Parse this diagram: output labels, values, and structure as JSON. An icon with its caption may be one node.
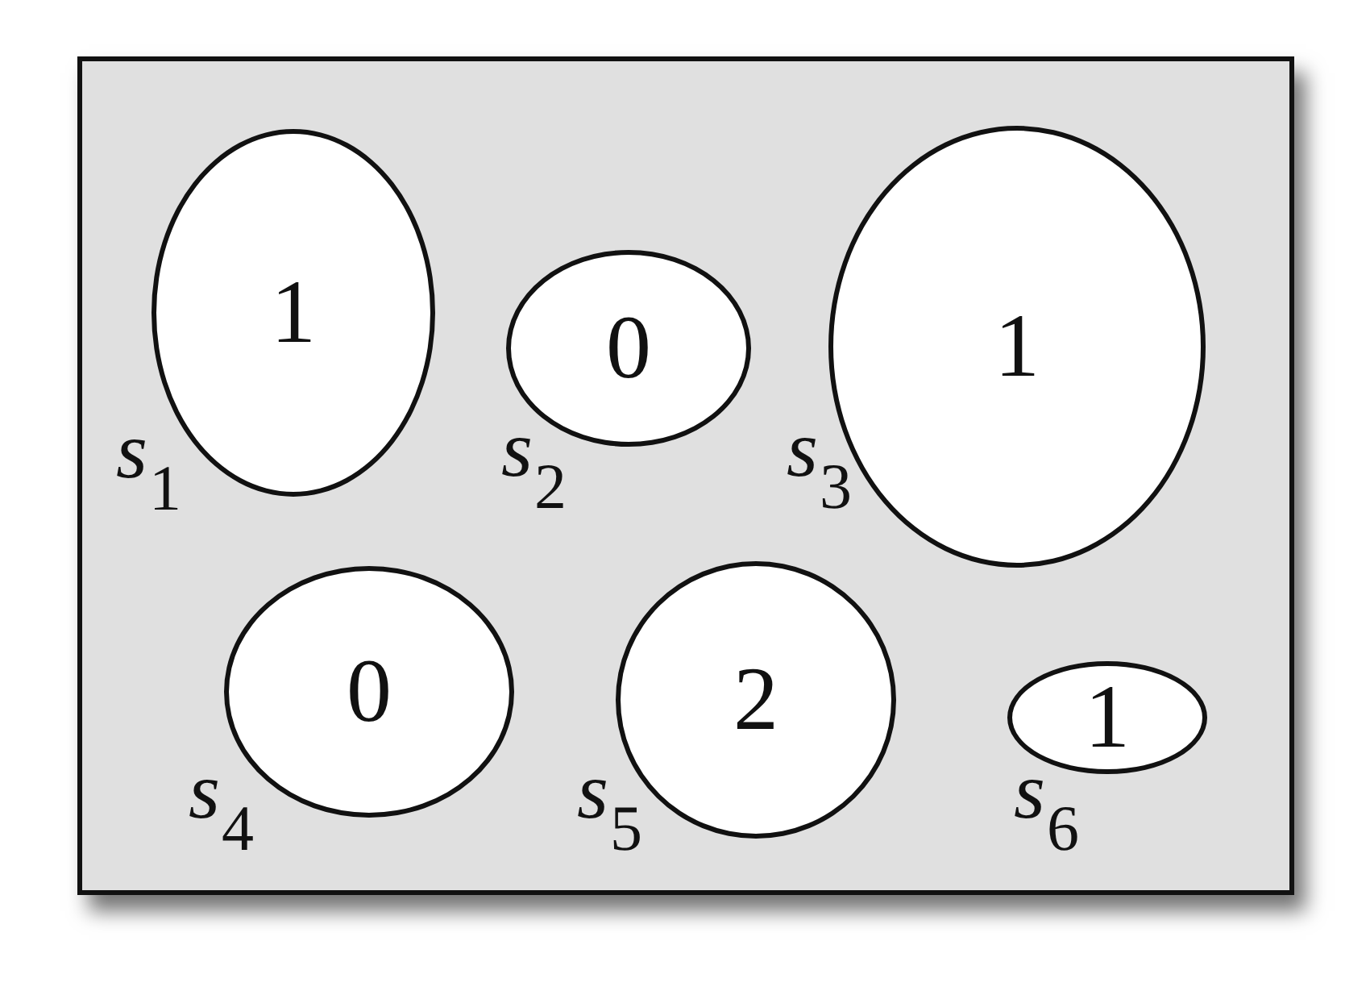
{
  "diagram": {
    "nodes": [
      {
        "text": [],
        "shape": "box"
      },
      {
        "text": [
          "1"
        ],
        "in": 0,
        "beside": [
          "*s*$_{1}$"
        ]
      },
      {
        "text": [
          "0"
        ],
        "in": 0,
        "beside": [
          "*s*$_{2}$"
        ]
      },
      {
        "text": [
          "1"
        ],
        "in": 0,
        "beside": [
          "*s*$_{3}$"
        ]
      },
      {
        "text": [
          "0"
        ],
        "in": 0,
        "beside": [
          "*s*$_{4}$"
        ]
      },
      {
        "text": [
          "2"
        ],
        "in": 0,
        "beside": [
          "*s*$_{5}$"
        ]
      },
      {
        "text": [
          "1"
        ],
        "in": 0,
        "beside": [
          "*s*$_{6}$"
        ]
      }
    ]
  }
}
